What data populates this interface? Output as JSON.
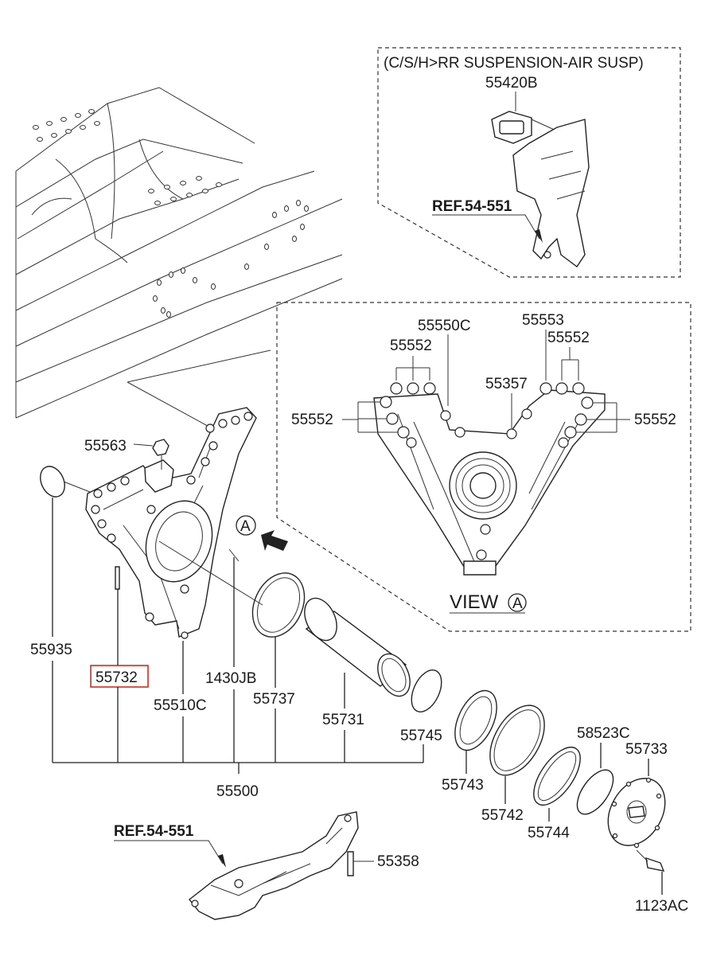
{
  "callouts": {
    "air_susp_title": "(C/S/H>RR SUSPENSION-AIR SUSP)",
    "p55420B": "55420B",
    "ref_top": "REF.54-551",
    "p55550C": "55550C",
    "p55553": "55553",
    "p55552_a": "55552",
    "p55552_b": "55552",
    "p55552_c": "55552",
    "p55552_d": "55552",
    "p55357": "55357",
    "view_label": "VIEW",
    "view_letter": "A",
    "arrow_letter": "A",
    "p55563": "55563",
    "p55935": "55935",
    "p55732": "55732",
    "p1430JB": "1430JB",
    "p55510C": "55510C",
    "p55737": "55737",
    "p55731": "55731",
    "p55745": "55745",
    "p55500": "55500",
    "p55743": "55743",
    "p55742": "55742",
    "p55744": "55744",
    "p58523C": "58523C",
    "p55733": "55733",
    "ref_bottom": "REF.54-551",
    "p55358": "55358",
    "p1123AC": "1123AC"
  },
  "highlight_color": "#e0261b",
  "highlighted_part": "55732"
}
